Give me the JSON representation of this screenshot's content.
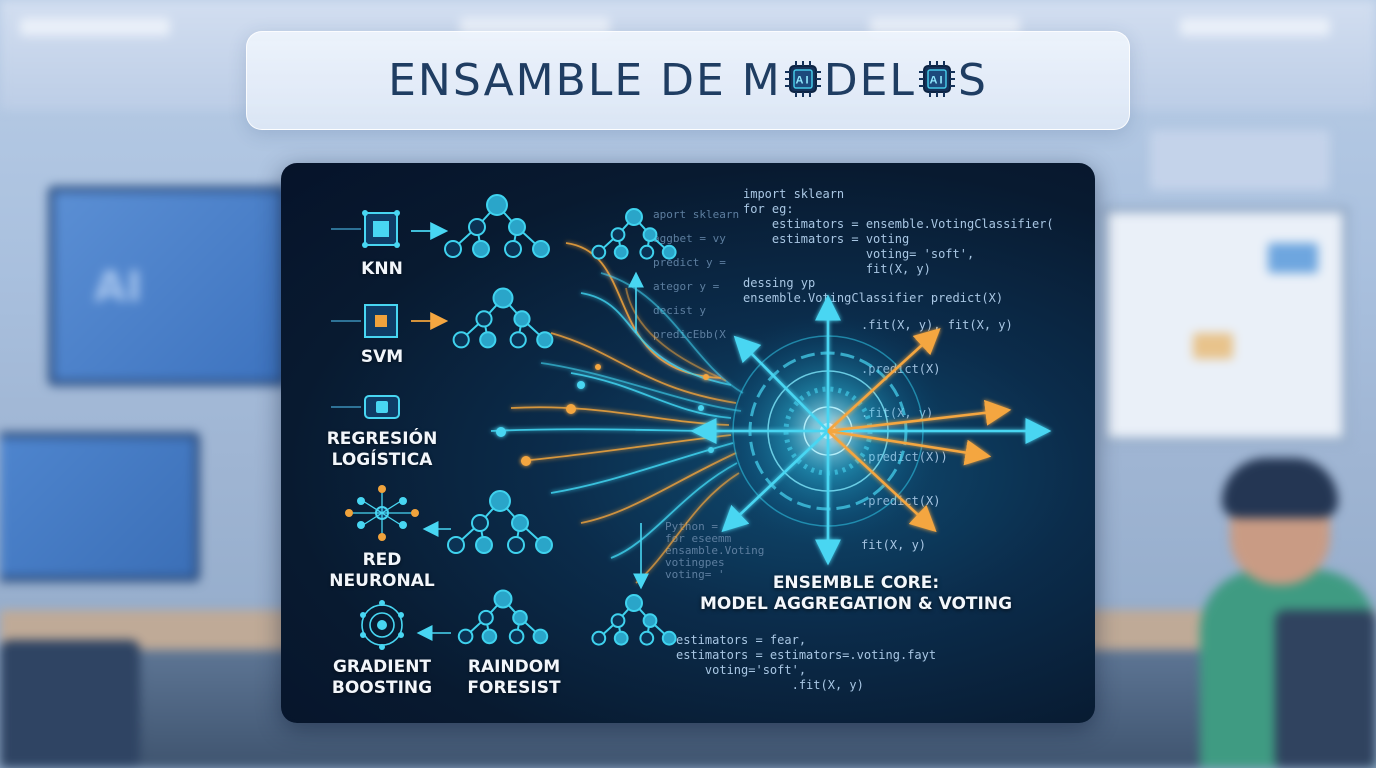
{
  "title": {
    "part1": "ENSAMBLE DE M",
    "part2": "DEL",
    "part3": "S",
    "chip_icon": "ai-chip-icon",
    "chip_text": "AI"
  },
  "background_text": "AI",
  "models": [
    {
      "label": "KNN"
    },
    {
      "label": "SVM"
    },
    {
      "label": "REGRESIÓN LOGÍSTICA"
    },
    {
      "label": "RED NEURONAL"
    },
    {
      "label": "GRADIENT BOOSTING"
    },
    {
      "label": "RAINDOM FORESIST"
    }
  ],
  "code": {
    "top": [
      "import sklearn",
      "for eg:",
      "    estimators = ensemble.VotingClassifier(",
      "    estimators = voting",
      "                 voting= 'soft',",
      "                 fit(X, y)"
    ],
    "mid_left": [
      "aport sklearn",
      "aggbet = vy",
      "predict y =",
      "ategor y =",
      "decist y",
      "predicEbb(X"
    ],
    "mid": [
      "dessing yp",
      "ensemble.VotingClassifier predict(X)"
    ],
    "right": [
      ".fit(X, y), fit(X, y)",
      ".predict(X)",
      ".fit(X, y)",
      ".predict(X))",
      ".predict(X)",
      "fit(X, y)"
    ],
    "bottom_left": [
      "Python =",
      "for eseemm",
      "ensamble.Voting",
      "votingpes",
      "voting= '"
    ],
    "bottom": [
      "estimators = fear,",
      "estimators = estimators=.voting.fayt",
      "    voting='soft',",
      "                .fit(X, y)"
    ]
  },
  "core_label": {
    "line1": "ENSEMBLE CORE:",
    "line2": "MODEL AGGREGATION & VOTING"
  },
  "colors": {
    "cyan": "#3fd2ee",
    "orange": "#f0a33c",
    "navy": "#081a30",
    "title": "#1f3d62"
  }
}
